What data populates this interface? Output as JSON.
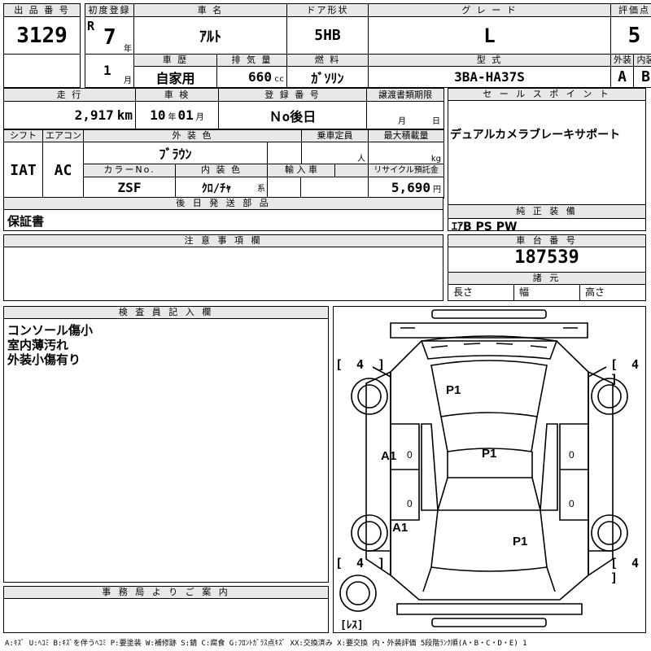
{
  "header": {
    "lot_label": "出 品 番 号",
    "lot_no": "3129",
    "first_reg_label": "初度登録",
    "era": "R",
    "year": "7",
    "year_unit": "年",
    "month": "1",
    "month_unit": "月",
    "name_label": "車 名",
    "name": "ｱﾙﾄ",
    "history_label": "車 歴",
    "history": "自家用",
    "disp_label": "排 気 量",
    "disp": "660",
    "disp_unit": "cc",
    "door_label": "ドア形状",
    "door": "5HB",
    "fuel_label": "燃 料",
    "fuel": "ｶﾞｿﾘﾝ",
    "grade_label": "グ レ ー ド",
    "grade": "L",
    "model_label": "型 式",
    "model": "3BA-HA37S",
    "score_label": "評価点",
    "score": "5",
    "ext_label": "外装",
    "int_label": "内装",
    "ext": "A",
    "int": "B"
  },
  "row2": {
    "mileage_label": "走 行",
    "mileage": "2,917",
    "mileage_unit": "km",
    "inspect_label": "車 検",
    "inspect_y": "10",
    "inspect_yu": "年",
    "inspect_m": "01",
    "inspect_mu": "月",
    "regno_label": "登 録 番 号",
    "regno": "Ｎo後日",
    "transfer_label": "譲渡書類期限",
    "transfer_m": "月",
    "transfer_d": "日",
    "sales_label": "セ ー ル ス ポ イ ン ト",
    "sales": "デュアルカメラブレーキサポート"
  },
  "row3": {
    "shift_label": "シフト",
    "ac_label": "エアコン",
    "shift": "IAT",
    "ac": "AC",
    "color_label": "外 装 色",
    "color": "ﾌﾞﾗｳﾝ",
    "capacity_label": "乗車定員",
    "capacity_unit": "人",
    "load_label": "最大積載量",
    "load_unit": "kg",
    "colorno_label": "カラーNo.",
    "colorno": "ZSF",
    "interior_label": "内 装 色",
    "interior": "ｸﾛ/ﾁｬ",
    "interior_unit": "系",
    "import_label": "輸 入 車",
    "recycle_label": "リサイクル預託金",
    "recycle": "5,690",
    "recycle_unit": "円"
  },
  "later_parts": {
    "label": "後 日 発 送 部 品",
    "value": "保証書"
  },
  "genuine": {
    "label": "純 正 装 備",
    "value": "ｴｱB PS PW"
  },
  "notes": {
    "label": "注 意 事 項 欄"
  },
  "chassis": {
    "label": "車 台 番 号",
    "value": "187539",
    "spec_label": "諸 元",
    "length_label": "長さ",
    "width_label": "幅",
    "height_label": "高さ"
  },
  "inspector": {
    "label": "検 査 員 記 入 欄",
    "lines": [
      "コンソール傷小",
      "室内薄汚れ",
      "外装小傷有り"
    ]
  },
  "office": {
    "label": "事 務 局 よ り ご 案 内"
  },
  "diagram": {
    "marks": [
      "P1",
      "A1",
      "P1",
      "A1",
      "P1"
    ],
    "zeros": [
      "0",
      "0",
      "0",
      "0"
    ],
    "tires": [
      "[ 4 ]",
      "[ 4 ]",
      "[ 4 ]",
      "[ 4 ]"
    ],
    "spare": "[ﾚｽ]"
  },
  "legend": "A:ｷｽﾞ  U:ﾍｺﾐ B:ｷｽﾞを伴うﾍｺﾐ P:要塗装 W:補修跡 S:錆 C:腐食 G:ﾌﾛﾝﾄｶﾞﾗｽ点ｷｽﾞ XX:交換済み X:要交換  内・外装評価  5段階ﾗﾝｸ順(A・B・C・D・E) 1"
}
